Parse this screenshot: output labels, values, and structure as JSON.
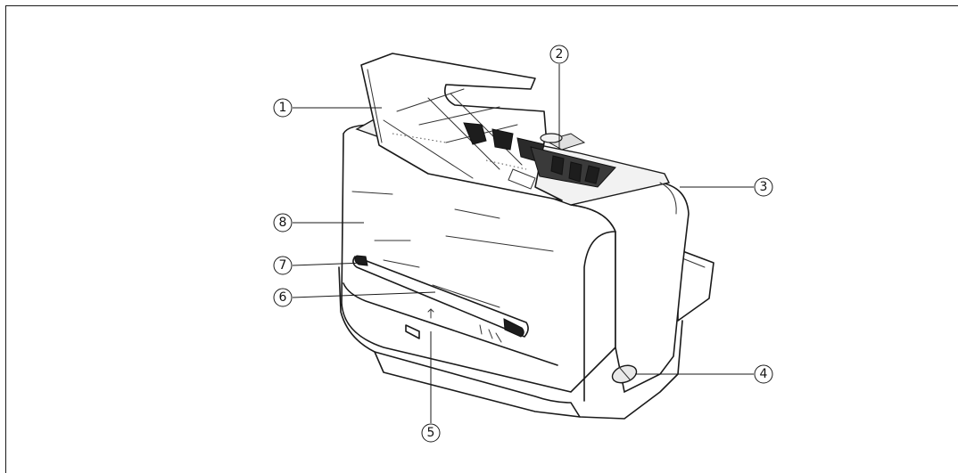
{
  "callouts": [
    {
      "id": "1",
      "label": "①"
    },
    {
      "id": "2",
      "label": "②"
    },
    {
      "id": "3",
      "label": "③"
    },
    {
      "id": "4",
      "label": "④"
    },
    {
      "id": "5",
      "label": "⑤"
    },
    {
      "id": "6",
      "label": "⑥"
    },
    {
      "id": "7",
      "label": "⑦"
    },
    {
      "id": "8",
      "label": "⑧"
    }
  ]
}
